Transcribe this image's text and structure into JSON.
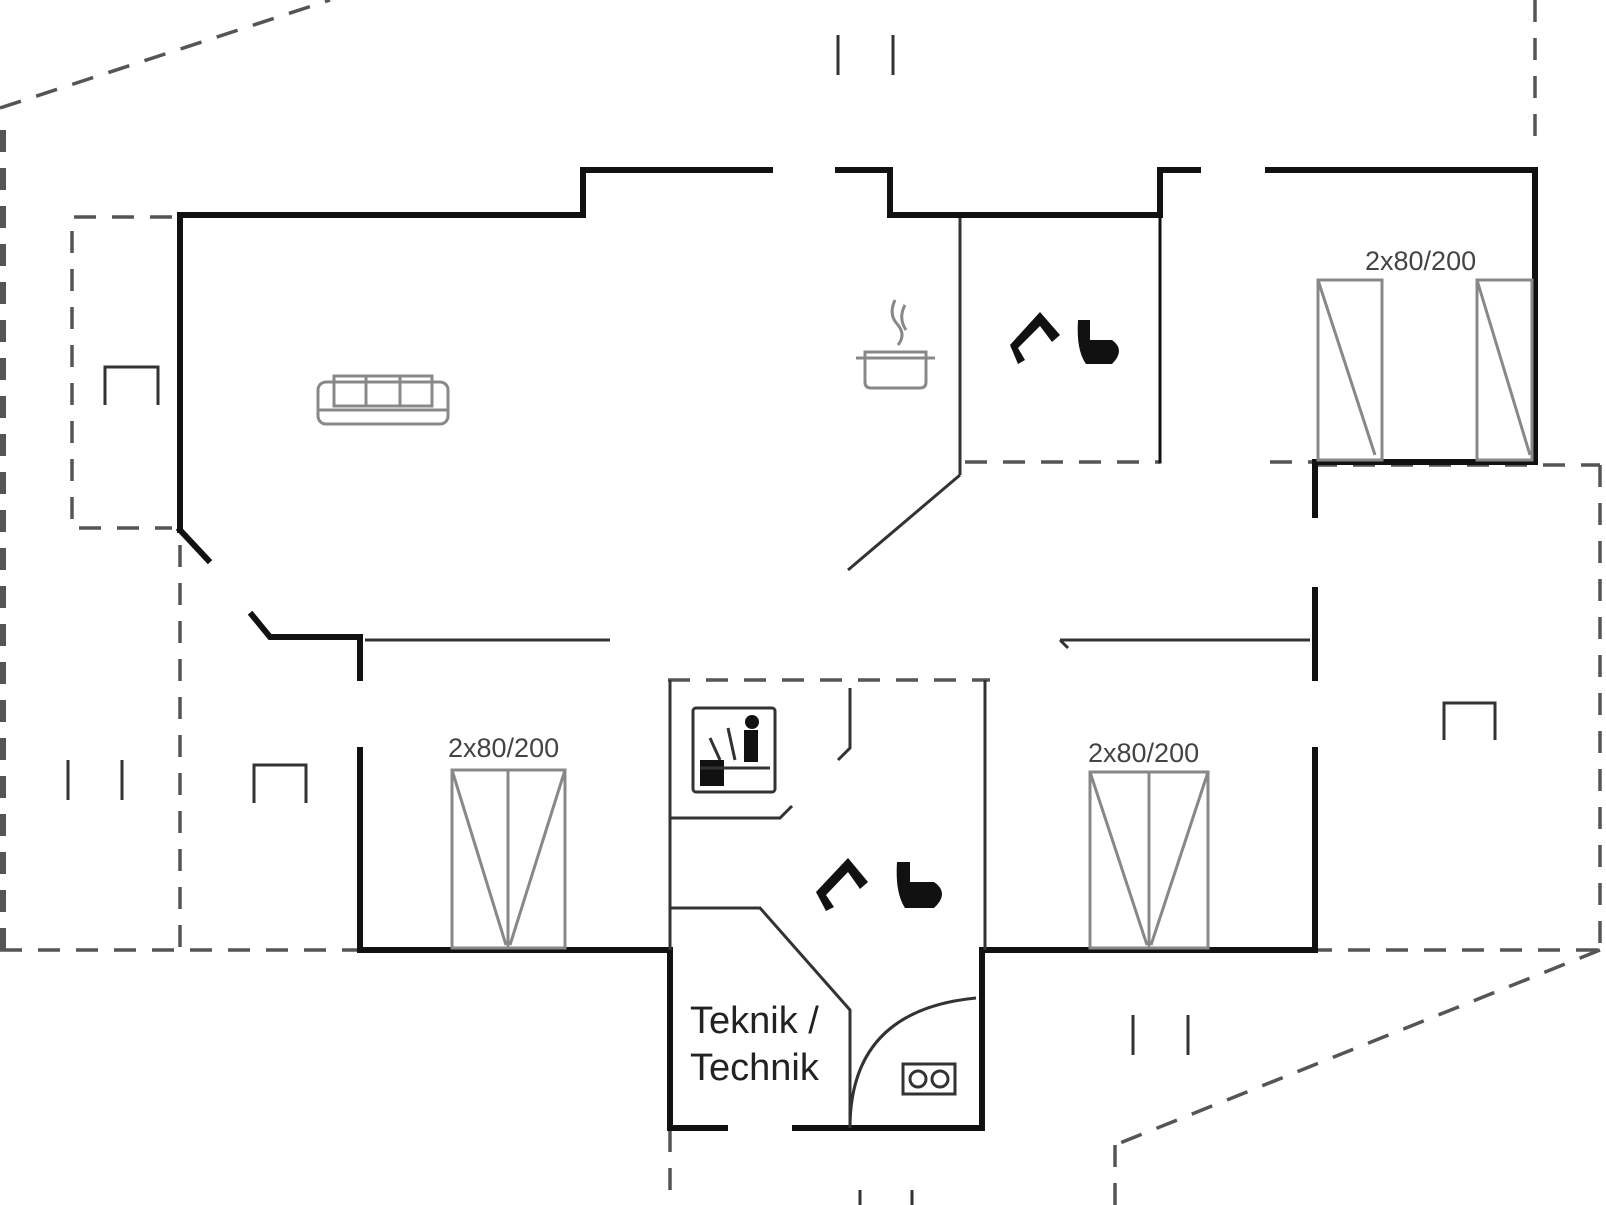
{
  "rooms": {
    "technik_line1": "Teknik /",
    "technik_line2": "Technik"
  },
  "beds": {
    "bed_top_right": "2x80/200",
    "bed_bottom_left": "2x80/200",
    "bed_bottom_right": "2x80/200"
  },
  "icons": {
    "sofa": "sofa-icon",
    "kitchen": "cooking-pot-icon",
    "toilet": "toilet-icon",
    "sauna": "sauna-icon",
    "washer": "washing-machine-icon"
  },
  "colors": {
    "walls": "#111111",
    "dashed": "#555555",
    "fixtures": "#888888"
  }
}
